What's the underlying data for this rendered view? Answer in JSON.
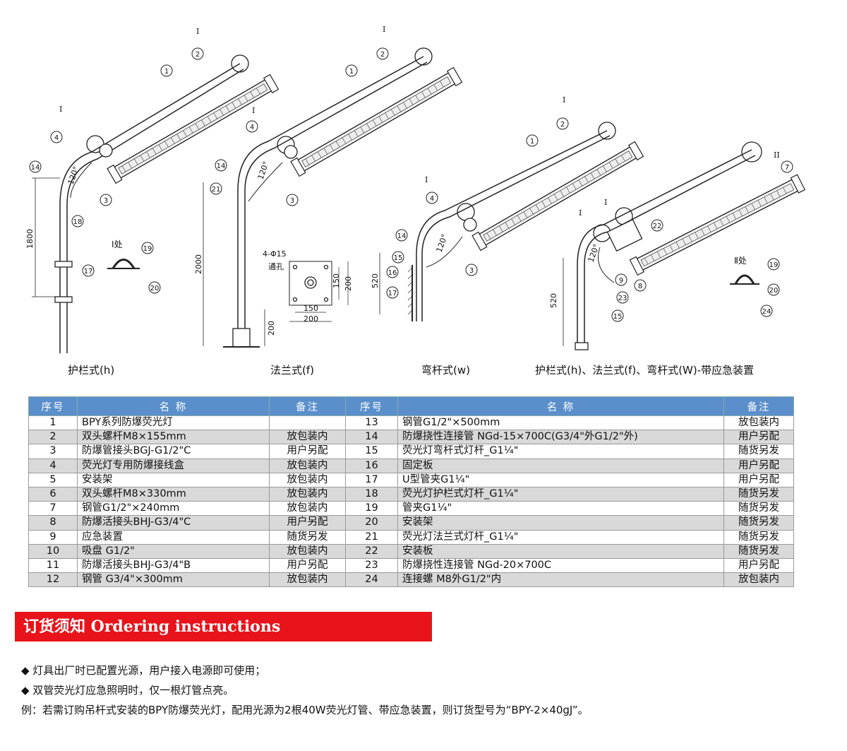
{
  "figure": {
    "captions": {
      "hulan": "护栏式(h)",
      "falan": "法兰式(f)",
      "wangan": "弯杆式(w)",
      "emergency": "护栏式(h)、法兰式(f)、弯杆式(W)-带应急装置"
    },
    "dims": {
      "h1800": "1800",
      "h2000": "2000",
      "h200": "200",
      "h520a": "520",
      "h520b": "520",
      "flange_hole": "4-Φ15",
      "flange_hole2": "通孔",
      "flange_150v": "150",
      "flange_200v": "200",
      "flange_150h": "150",
      "flange_200h": "200",
      "angle": "120°"
    },
    "details": {
      "detail_I": "Ⅰ处",
      "detail_II": "Ⅱ处"
    }
  },
  "table": {
    "headers": [
      "序号",
      "名  称",
      "备注",
      "序号",
      "名  称",
      "备注"
    ],
    "rows": [
      [
        "1",
        "BPY系列防爆荧光灯",
        "",
        "13",
        "钢管G1/2\"×500mm",
        "放包装内"
      ],
      [
        "2",
        "双头螺杆M8×155mm",
        "放包装内",
        "14",
        "防爆挠性连接管 NGd-15×700C(G3/4\"外G1/2\"外)",
        "用户另配"
      ],
      [
        "3",
        "防爆管接头BGJ-G1/2\"C",
        "用户另配",
        "15",
        "荧光灯弯杆式灯杆_G1¼\"",
        "随货另发"
      ],
      [
        "4",
        "荧光灯专用防爆接线盒",
        "放包装内",
        "16",
        "固定板",
        "用户另配"
      ],
      [
        "5",
        "安装架",
        "放包装内",
        "17",
        "U型管夹G1¼\"",
        "用户另配"
      ],
      [
        "6",
        "双头螺杆M8×330mm",
        "放包装内",
        "18",
        "荧光灯护栏式灯杆_G1¼\"",
        "随货另发"
      ],
      [
        "7",
        "钢管G1/2\"×240mm",
        "放包装内",
        "19",
        "管夹G1¼\"",
        "随货另发"
      ],
      [
        "8",
        "防爆活接头BHJ-G3/4\"C",
        "用户另配",
        "20",
        "安装架",
        "随货另发"
      ],
      [
        "9",
        "应急装置",
        "随货另发",
        "21",
        "荧光灯法兰式灯杆_G1¼\"",
        "随货另发"
      ],
      [
        "10",
        "吸盘 G1/2\"",
        "放包装内",
        "22",
        "安装板",
        "随货另发"
      ],
      [
        "11",
        "防爆活接头BHJ-G3/4\"B",
        "用户另配",
        "23",
        "防爆挠性连接管 NGd-20×700C",
        "用户另配"
      ],
      [
        "12",
        "钢管 G3/4\"×300mm",
        "放包装内",
        "24",
        "连接螺 M8外G1/2\"内",
        "放包装内"
      ]
    ]
  },
  "ordering": {
    "title": "订货须知  Ordering instructions",
    "notes": [
      "◆ 灯具出厂时已配置光源，用户接入电源即可使用；",
      "◆ 双管荧光灯应急照明时，仅一根灯管点亮。",
      "例：若需订购吊杆式安装的BPY防爆荧光灯，配用光源为2根40W荧光灯管、带应急装置，则订货型号为“BPY-2×40gJ”。"
    ]
  },
  "colors": {
    "header_blue": "#5b8fcb",
    "banner_red": "#e8131b",
    "row_gray": "#d9d9d9"
  }
}
